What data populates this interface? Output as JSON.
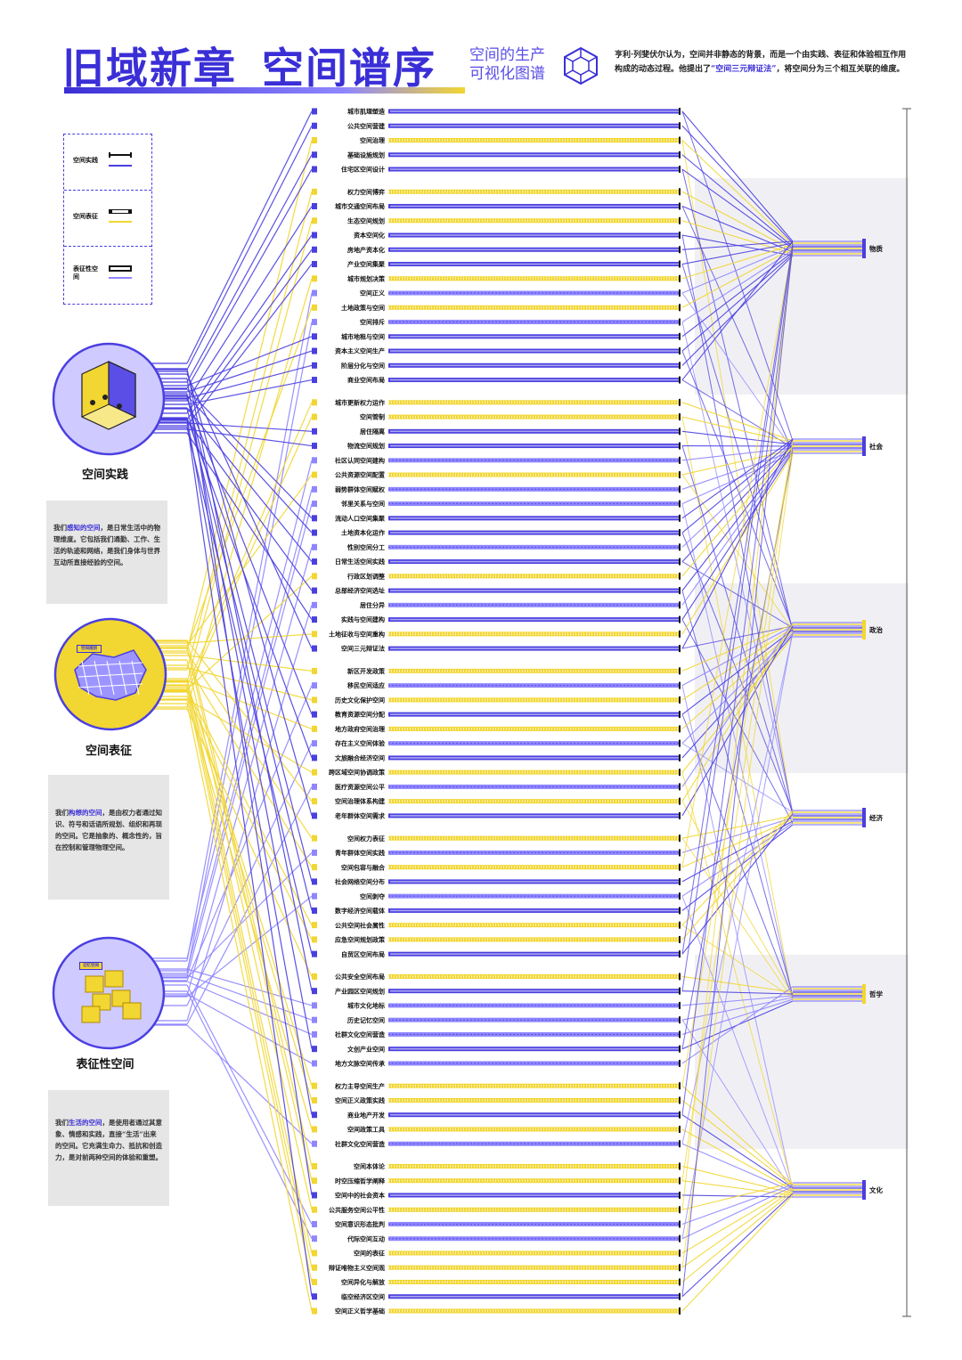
{
  "header": {
    "title_main": "旧域新章",
    "title_sub": "空间谱序",
    "subtitle_line1": "空间的生产",
    "subtitle_line2": "可视化图谱"
  },
  "intro": {
    "text_before": "亨利·列斐伏尔认为，空间并非静态的背景，而是一个由实践、表征和体验相互作用构成的动态过程。他提出了",
    "highlight": "“空间三元辩证法”",
    "text_after": "，将空间分为三个相互关联的维度。"
  },
  "legend": [
    {
      "label": "空间实践",
      "color": "#4a3fe0"
    },
    {
      "label": "空间表征",
      "color": "#f2d631"
    },
    {
      "label": "表征性空间",
      "color": "#8f86ff"
    }
  ],
  "dimensions": [
    {
      "label": "空间实践",
      "color": "#4a3fe0",
      "desc_before": "我们",
      "desc_highlight": "感知的空间",
      "desc_after": "，是日常生活中的物理维度。它包括我们通勤、工作、生活的轨迹和网络，是我们身体与世界互动所直接经验的空间。"
    },
    {
      "label": "空间表征",
      "color": "#f2d631",
      "desc_before": "我们",
      "desc_highlight": "构想的空间",
      "desc_after": "，是由权力者通过知识、符号和话语所规划、组织和再现的空间。它是抽象的、概念性的，旨在控制和管理物理空间。",
      "sign": "空间规划"
    },
    {
      "label": "表征性空间",
      "color": "#8f86ff",
      "desc_before": "我们",
      "desc_highlight": "生活的空间",
      "desc_after": "，是使用者通过其意象、情感和实践，直接“生活”出来的空间。它充满生命力、抵抗和创造力，是对前两种空间的体验和重塑。",
      "sign": "记忆空间"
    }
  ],
  "categories": [
    "物质",
    "社会",
    "政治",
    "经济",
    "哲学",
    "文化"
  ],
  "colors": {
    "practice": "#4a3fe0",
    "representation": "#f2d631",
    "representational": "#8f86ff",
    "panel": "#e6e6e6",
    "band": "#f0f0f4"
  },
  "groups": [
    {
      "category": 0,
      "items": [
        {
          "label": "城市肌理塑造",
          "type": 0
        },
        {
          "label": "公共空间营建",
          "type": 0
        },
        {
          "label": "空间治理",
          "type": 1
        },
        {
          "label": "基础设施规划",
          "type": 0
        },
        {
          "label": "住宅区空间设计",
          "type": 0
        }
      ]
    },
    {
      "category": 0,
      "items": [
        {
          "label": "权力空间博弈",
          "type": 1
        },
        {
          "label": "城市交通空间布局",
          "type": 0
        },
        {
          "label": "生态空间规划",
          "type": 1
        },
        {
          "label": "资本空间化",
          "type": 0
        },
        {
          "label": "房地产资本化",
          "type": 0
        },
        {
          "label": "产业空间集聚",
          "type": 0
        },
        {
          "label": "城市规划决策",
          "type": 1
        },
        {
          "label": "空间正义",
          "type": 2
        },
        {
          "label": "土地政策与空间",
          "type": 1
        },
        {
          "label": "空间排斥",
          "type": 2
        },
        {
          "label": "城市地租与空间",
          "type": 0
        },
        {
          "label": "资本主义空间生产",
          "type": 0
        },
        {
          "label": "阶层分化与空间",
          "type": 0
        },
        {
          "label": "商业空间布局",
          "type": 0
        }
      ]
    },
    {
      "category": 1,
      "items": [
        {
          "label": "城市更新权力运作",
          "type": 1
        },
        {
          "label": "空间管制",
          "type": 1
        },
        {
          "label": "居住隔离",
          "type": 0
        },
        {
          "label": "物流空间规划",
          "type": 0
        },
        {
          "label": "社区认同空间建构",
          "type": 2
        },
        {
          "label": "公共资源空间配置",
          "type": 1
        },
        {
          "label": "弱势群体空间赋权",
          "type": 2
        },
        {
          "label": "邻里关系与空间",
          "type": 2
        },
        {
          "label": "流动人口空间集聚",
          "type": 0
        },
        {
          "label": "土地资本化运作",
          "type": 0
        },
        {
          "label": "性别空间分工",
          "type": 2
        },
        {
          "label": "日常生活空间实践",
          "type": 0
        },
        {
          "label": "行政区划调整",
          "type": 1
        },
        {
          "label": "总部经济空间选址",
          "type": 0
        },
        {
          "label": "居住分异",
          "type": 2
        },
        {
          "label": "实践与空间建构",
          "type": 0
        },
        {
          "label": "土地征收与空间重构",
          "type": 1
        },
        {
          "label": "空间三元辩证法",
          "type": 0
        }
      ]
    },
    {
      "category": 2,
      "items": [
        {
          "label": "新区开发政策",
          "type": 1
        },
        {
          "label": "移民空间适应",
          "type": 2
        },
        {
          "label": "历史文化保护空间",
          "type": 1
        },
        {
          "label": "教育资源空间分配",
          "type": 0
        },
        {
          "label": "地方政府空间治理",
          "type": 1
        },
        {
          "label": "存在主义空间体验",
          "type": 2
        },
        {
          "label": "文旅融合经济空间",
          "type": 0
        },
        {
          "label": "跨区域空间协调政策",
          "type": 1
        },
        {
          "label": "医疗资源空间公平",
          "type": 2
        },
        {
          "label": "空间治理体系构建",
          "type": 1
        },
        {
          "label": "老年群体空间需求",
          "type": 0
        }
      ]
    },
    {
      "category": 3,
      "items": [
        {
          "label": "空间权力表征",
          "type": 1
        },
        {
          "label": "青年群体空间实践",
          "type": 2
        },
        {
          "label": "空间包容与融合",
          "type": 1
        },
        {
          "label": "社会网络空间分布",
          "type": 0
        },
        {
          "label": "空间剥夺",
          "type": 2
        },
        {
          "label": "数字经济空间载体",
          "type": 0
        },
        {
          "label": "公共空间社会属性",
          "type": 1
        },
        {
          "label": "应急空间规划政策",
          "type": 1
        },
        {
          "label": "自贸区空间布局",
          "type": 0
        }
      ]
    },
    {
      "category": 4,
      "items": [
        {
          "label": "公共安全空间布局",
          "type": 1
        },
        {
          "label": "产业园区空间规划",
          "type": 0
        },
        {
          "label": "城市文化地标",
          "type": 2
        },
        {
          "label": "历史记忆空间",
          "type": 2
        },
        {
          "label": "社群文化空间营造",
          "type": 2
        },
        {
          "label": "文创产业空间",
          "type": 0
        },
        {
          "label": "地方文脉空间传承",
          "type": 2
        }
      ]
    },
    {
      "category": 5,
      "items": [
        {
          "label": "权力主导空间生产",
          "type": 1
        },
        {
          "label": "空间正义政策实践",
          "type": 1
        },
        {
          "label": "商业地产开发",
          "type": 0
        },
        {
          "label": "空间政策工具",
          "type": 1
        },
        {
          "label": "社群文化空间营造",
          "type": 2
        }
      ]
    },
    {
      "category": 5,
      "items": [
        {
          "label": "空间本体论",
          "type": 1
        },
        {
          "label": "时空压缩哲学阐释",
          "type": 1
        },
        {
          "label": "空间中的社会资本",
          "type": 0
        },
        {
          "label": "公共服务空间公平性",
          "type": 1
        },
        {
          "label": "空间意识形态批判",
          "type": 2
        },
        {
          "label": "代际空间互动",
          "type": 2
        },
        {
          "label": "空间的表征",
          "type": 1
        },
        {
          "label": "辩证唯物主义空间观",
          "type": 1
        },
        {
          "label": "空间异化与解放",
          "type": 1
        },
        {
          "label": "临空经济区空间",
          "type": 0
        },
        {
          "label": "空间正义哲学基础",
          "type": 1
        }
      ]
    }
  ]
}
